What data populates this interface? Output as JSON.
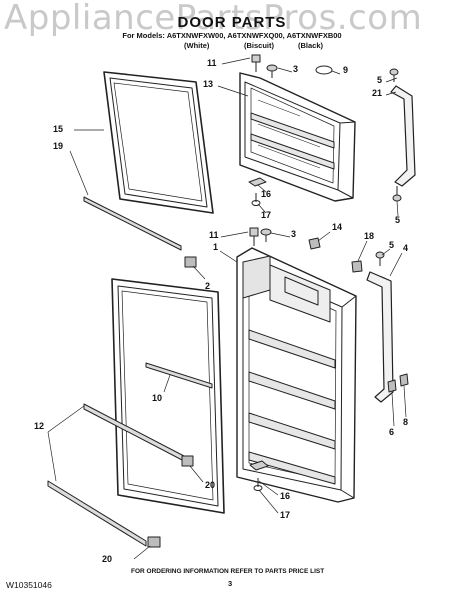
{
  "watermark": "AppliancePartsPros.com",
  "header": {
    "title": "DOOR PARTS",
    "models_line": "For Models: A6TXNWFXW00, A6TXNWFXQ00, A6TXNWFXB00",
    "variants": [
      "(White)",
      "(Biscuit)",
      "(Black)"
    ]
  },
  "callouts": {
    "c11a": "11",
    "c3a": "3",
    "c9": "9",
    "c5a": "5",
    "c13": "13",
    "c21": "21",
    "c15": "15",
    "c19": "19",
    "c16a": "16",
    "c17a": "17",
    "c5b": "5",
    "c11b": "11",
    "c3b": "3",
    "c14": "14",
    "c18": "18",
    "c5c": "5",
    "c4": "4",
    "c1": "1",
    "c2": "2",
    "c10": "10",
    "c12": "12",
    "c20a": "20",
    "c6": "6",
    "c8": "8",
    "c16b": "16",
    "c17b": "17",
    "c20b": "20"
  },
  "footer": {
    "order_info": "FOR ORDERING INFORMATION REFER TO PARTS PRICE LIST",
    "page_number": "3",
    "doc_number": "W10351046"
  }
}
